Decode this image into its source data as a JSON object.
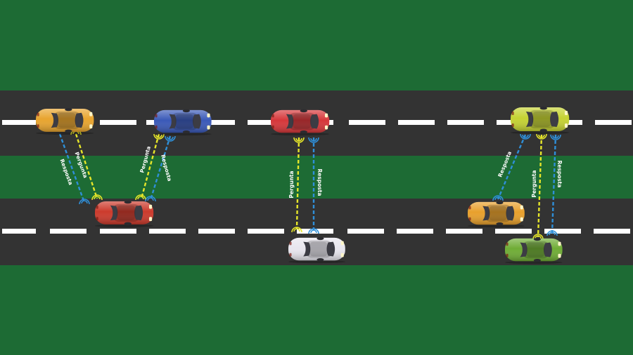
{
  "colors": {
    "grass": "#1d6b34",
    "road": "#333333",
    "lane_marking": "#ffffff",
    "question_link": "#e6e62a",
    "answer_link": "#2f8fd8"
  },
  "labels": {
    "question": "Pergunta",
    "answer": "Resposta"
  },
  "vehicles": [
    {
      "id": "car-orange-top",
      "color": "#e8a42e"
    },
    {
      "id": "car-blue-top",
      "color": "#3a59b8"
    },
    {
      "id": "car-red-top",
      "color": "#d6373a"
    },
    {
      "id": "car-lime-top",
      "color": "#c5d232"
    },
    {
      "id": "car-red-bottom",
      "color": "#cc3a2c"
    },
    {
      "id": "car-white-bottom",
      "color": "#e8e6ee"
    },
    {
      "id": "car-orange-bottom",
      "color": "#e8a02c"
    },
    {
      "id": "car-green-bottom",
      "color": "#6fad35"
    }
  ]
}
